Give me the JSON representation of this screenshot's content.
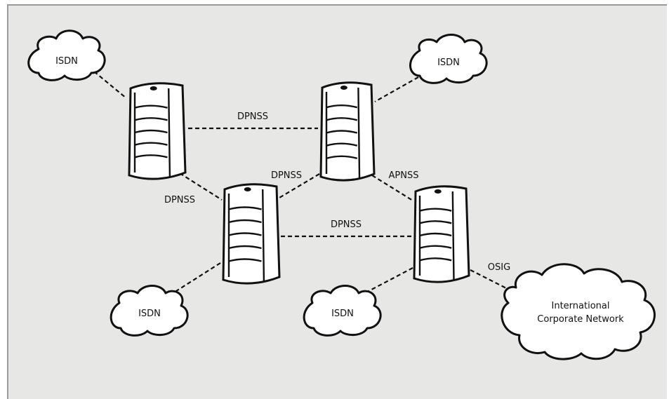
{
  "nodes": {
    "cloud_top_left": "ISDN",
    "cloud_top_right": "ISDN",
    "cloud_bottom_left": "ISDN",
    "cloud_bottom_middle": "ISDN",
    "cloud_international_line1": "International",
    "cloud_international_line2": "Corporate Network"
  },
  "links": {
    "top_horizontal": "DPNSS",
    "upper_right_to_mid": "DPNSS",
    "upper_left_to_mid": "DPNSS",
    "middle_horizontal": "DPNSS",
    "upper_right_to_right": "APNSS",
    "right_to_international": "OSIG"
  }
}
